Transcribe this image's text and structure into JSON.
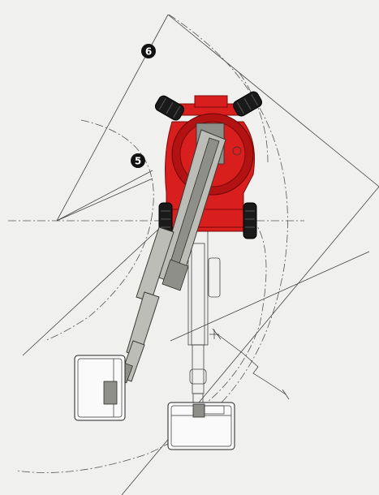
{
  "callouts": [
    {
      "id": "callout-6",
      "number": "6"
    },
    {
      "id": "callout-5",
      "number": "5"
    }
  ],
  "colors": {
    "chassis": "#d91e1e",
    "boom": "#bdbdb7",
    "tires": "#1a1a1a",
    "background": "#f0f0ee",
    "lines": "#444444"
  },
  "icons": {
    "platform": "work-platform-basket-icon",
    "chassis": "machine-chassis-icon"
  }
}
